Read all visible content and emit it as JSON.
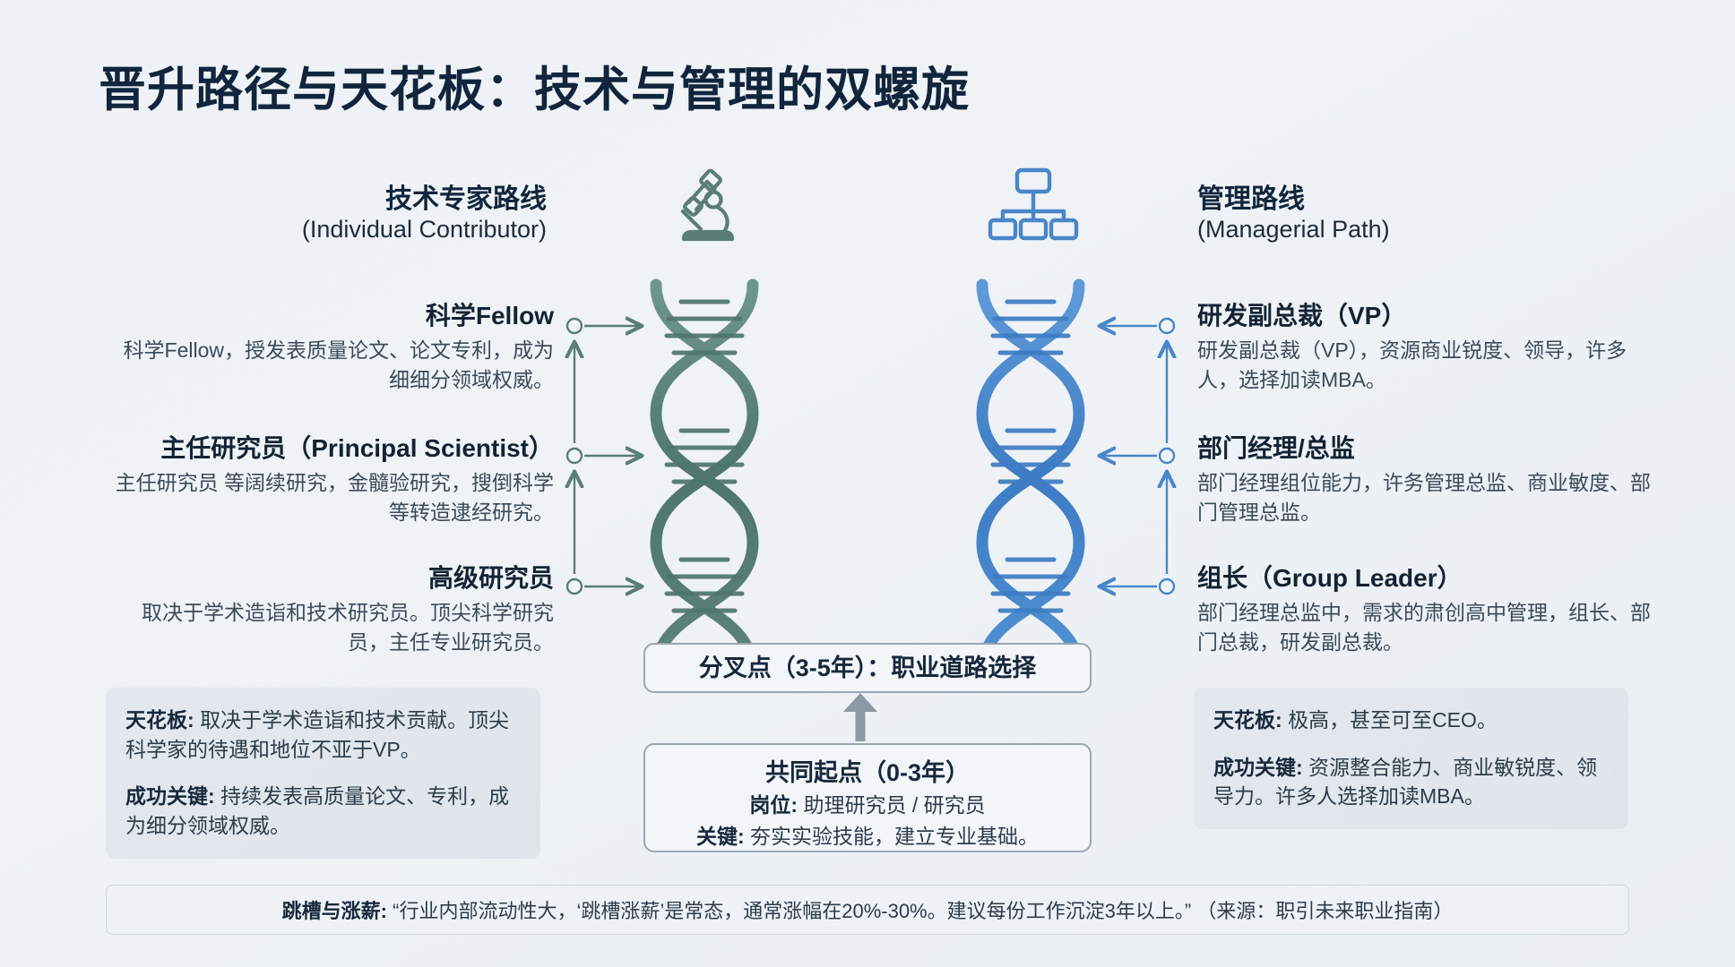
{
  "title": "晋升路径与天花板：技术与管理的双螺旋",
  "columns": {
    "ic": {
      "cn": "技术专家路线",
      "en": "(Individual Contributor)",
      "icon": "microscope-icon",
      "color": "#5a7d78"
    },
    "mg": {
      "cn": "管理路线",
      "en": "(Managerial Path)",
      "icon": "org-chart-icon",
      "color": "#4a86c8"
    }
  },
  "ic_levels": [
    {
      "title": "科学Fellow",
      "desc": "科学Fellow，授发表质量论文、论文专利，成为细细分领域权威。"
    },
    {
      "title": "主任研究员（Principal Scientist）",
      "desc": "主任研究员 等阔续研究，金髓验研究，搜倒科学等转造逮经研究。"
    },
    {
      "title": "高级研究员",
      "desc": "取决于学术造诣和技术研究员。顶尖科学研究员，主任专业研究员。"
    }
  ],
  "mg_levels": [
    {
      "title": "研发副总裁（VP）",
      "desc": "研发副总裁（VP），资源商业锐度、领导，许多人，选择加读MBA。"
    },
    {
      "title": "部门经理/总监",
      "desc": "部门经理组位能力，许务管理总监、商业敏度、部门管理总监。"
    },
    {
      "title": "组长（Group Leader）",
      "desc": "部门经理总监中，需求的肃创高中管理，组长、部门总裁，研发副总裁。"
    }
  ],
  "center": {
    "fork_label": "分叉点（3-5年）：职业道路选择",
    "start_title": "共同起点（0-3年）",
    "start_role_label": "岗位:",
    "start_role_value": "助理研究员 / 研究员",
    "start_key_label": "关键:",
    "start_key_value": "夯实实验技能，建立专业基础。"
  },
  "cards": {
    "ic": {
      "ceiling_label": "天花板:",
      "ceiling_text": "取决于学术造诣和技术贡献。顶尖科学家的待遇和地位不亚于VP。",
      "key_label": "成功关键:",
      "key_text": "持续发表高质量论文、专利，成为细分领域权威。"
    },
    "mg": {
      "ceiling_label": "天花板:",
      "ceiling_text": "极高，甚至可至CEO。",
      "key_label": "成功关键:",
      "key_text": "资源整合能力、商业敏锐度、领导力。许多人选择加读MBA。"
    }
  },
  "footer": {
    "label": "跳槽与涨薪:",
    "quote": "“行业内部流动性大，‘跳槽涨薪’是常态，通常涨幅在20%-30%。建议每份工作沉淀3年以上。”",
    "source": "（来源：职引未来职业指南）"
  }
}
